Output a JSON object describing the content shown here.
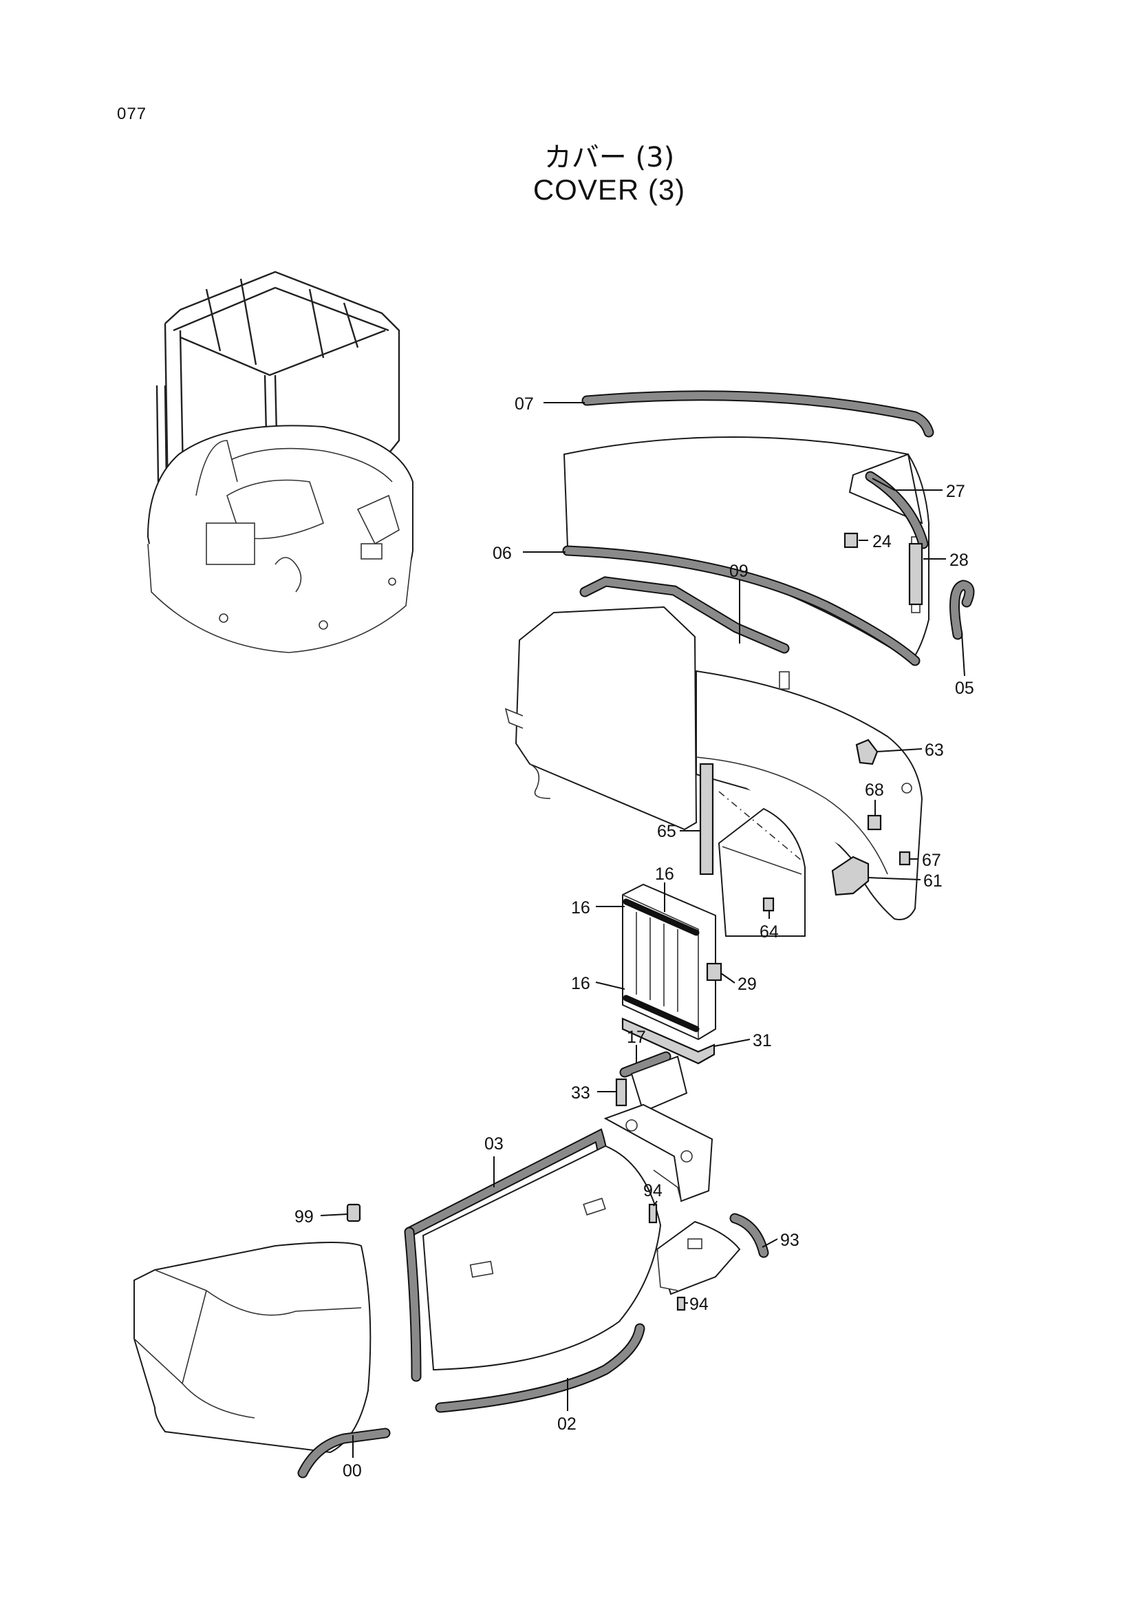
{
  "page": {
    "page_number": "077",
    "title_ja": "カバー (3)",
    "title_en": "COVER (3)"
  },
  "callouts": {
    "c07": "07",
    "c27": "27",
    "c24": "24",
    "c06": "06",
    "c28": "28",
    "c09": "09",
    "c05": "05",
    "c63": "63",
    "c68": "68",
    "c65": "65",
    "c67": "67",
    "c61": "61",
    "c16a": "16",
    "c16b": "16",
    "c16c": "16",
    "c64": "64",
    "c29": "29",
    "c31": "31",
    "c17": "17",
    "c33": "33",
    "c03": "03",
    "c94a": "94",
    "c99": "99",
    "c93": "93",
    "c94b": "94",
    "c02": "02",
    "c00": "00"
  }
}
